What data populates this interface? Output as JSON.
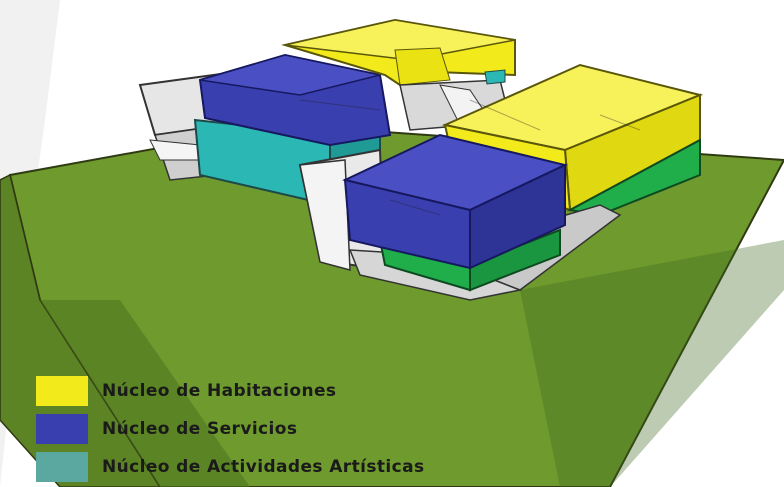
{
  "colors": {
    "habitaciones": "#f2ea1a",
    "servicios": "#3a3fb0",
    "artisticas": "#5aa8a0",
    "ground": "#6f9a2e",
    "green_block": "#1fae4a",
    "teal_block": "#2bb7b3",
    "white_block": "#e9e9e9"
  },
  "legend": {
    "items": [
      {
        "label": "Núcleo de Habitaciones",
        "color": "#f2ea1a"
      },
      {
        "label": "Núcleo de Servicios",
        "color": "#3a3fb0"
      },
      {
        "label": "Núcleo de Actividades Artísticas",
        "color": "#5aa8a0"
      }
    ]
  }
}
